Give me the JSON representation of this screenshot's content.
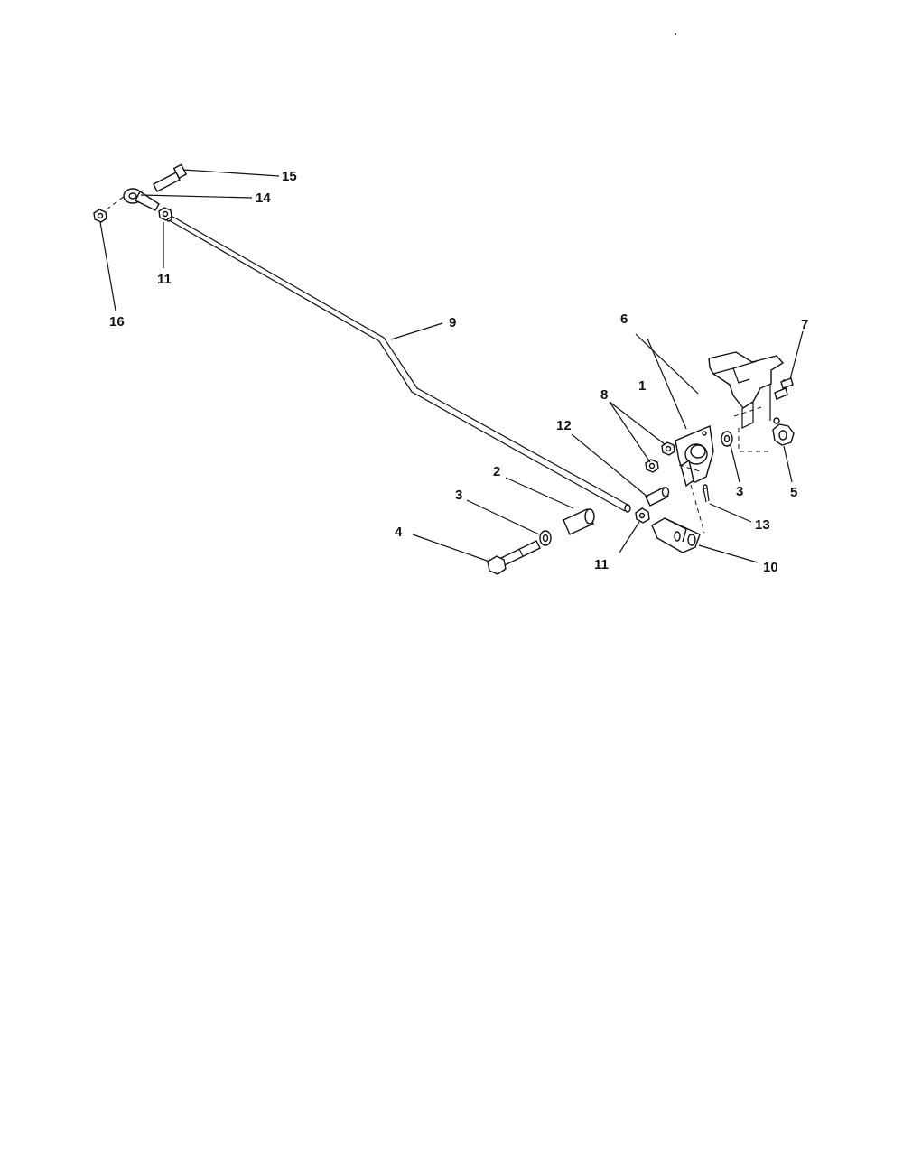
{
  "callouts": {
    "c1": "1",
    "c2": "2",
    "c3a": "3",
    "c3b": "3",
    "c4": "4",
    "c5": "5",
    "c6": "6",
    "c7": "7",
    "c8": "8",
    "c9": "9",
    "c10": "10",
    "c11a": "11",
    "c11b": "11",
    "c12": "12",
    "c13": "13",
    "c14": "14",
    "c15": "15",
    "c16": "16"
  }
}
